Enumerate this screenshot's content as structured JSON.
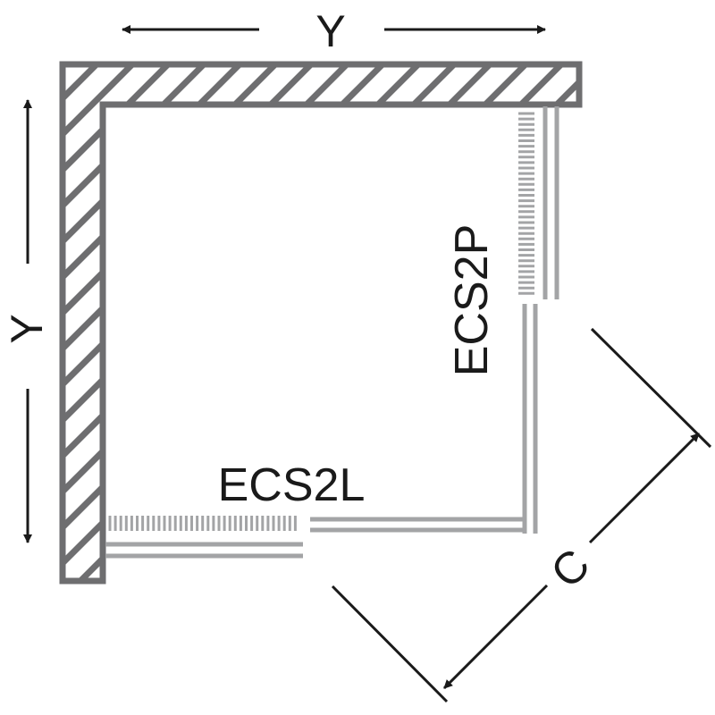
{
  "labels": {
    "top_dimension": "Y",
    "left_dimension": "Y",
    "diagonal_dimension": "C",
    "bottom_panel": "ECS2L",
    "right_panel": "ECS2P"
  },
  "colors": {
    "wall": "#6e6e70",
    "glass": "#a3a4a6",
    "dimension": "#1a1a1a"
  }
}
